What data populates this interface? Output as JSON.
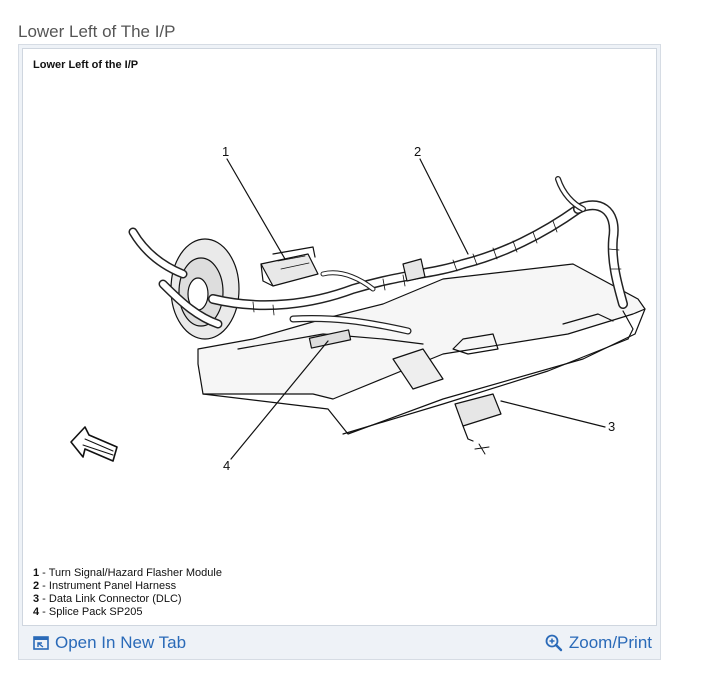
{
  "page": {
    "title": "Lower Left of The I/P"
  },
  "panel": {
    "title": "Lower Left of the I/P"
  },
  "callouts": [
    "1",
    "2",
    "3",
    "4"
  ],
  "legend": [
    {
      "num": "1",
      "text": " - Turn Signal/Hazard Flasher Module"
    },
    {
      "num": "2",
      "text": " - Instrument Panel Harness"
    },
    {
      "num": "3",
      "text": " - Data Link Connector (DLC)"
    },
    {
      "num": "4",
      "text": " - Splice Pack SP205"
    }
  ],
  "footer": {
    "open_label": "Open In New Tab",
    "zoom_label": "Zoom/Print"
  },
  "colors": {
    "link": "#2a6ab8",
    "frame": "#eef2f7"
  },
  "icons": {
    "open": "open-new-tab-icon",
    "zoom": "zoom-in-icon"
  }
}
